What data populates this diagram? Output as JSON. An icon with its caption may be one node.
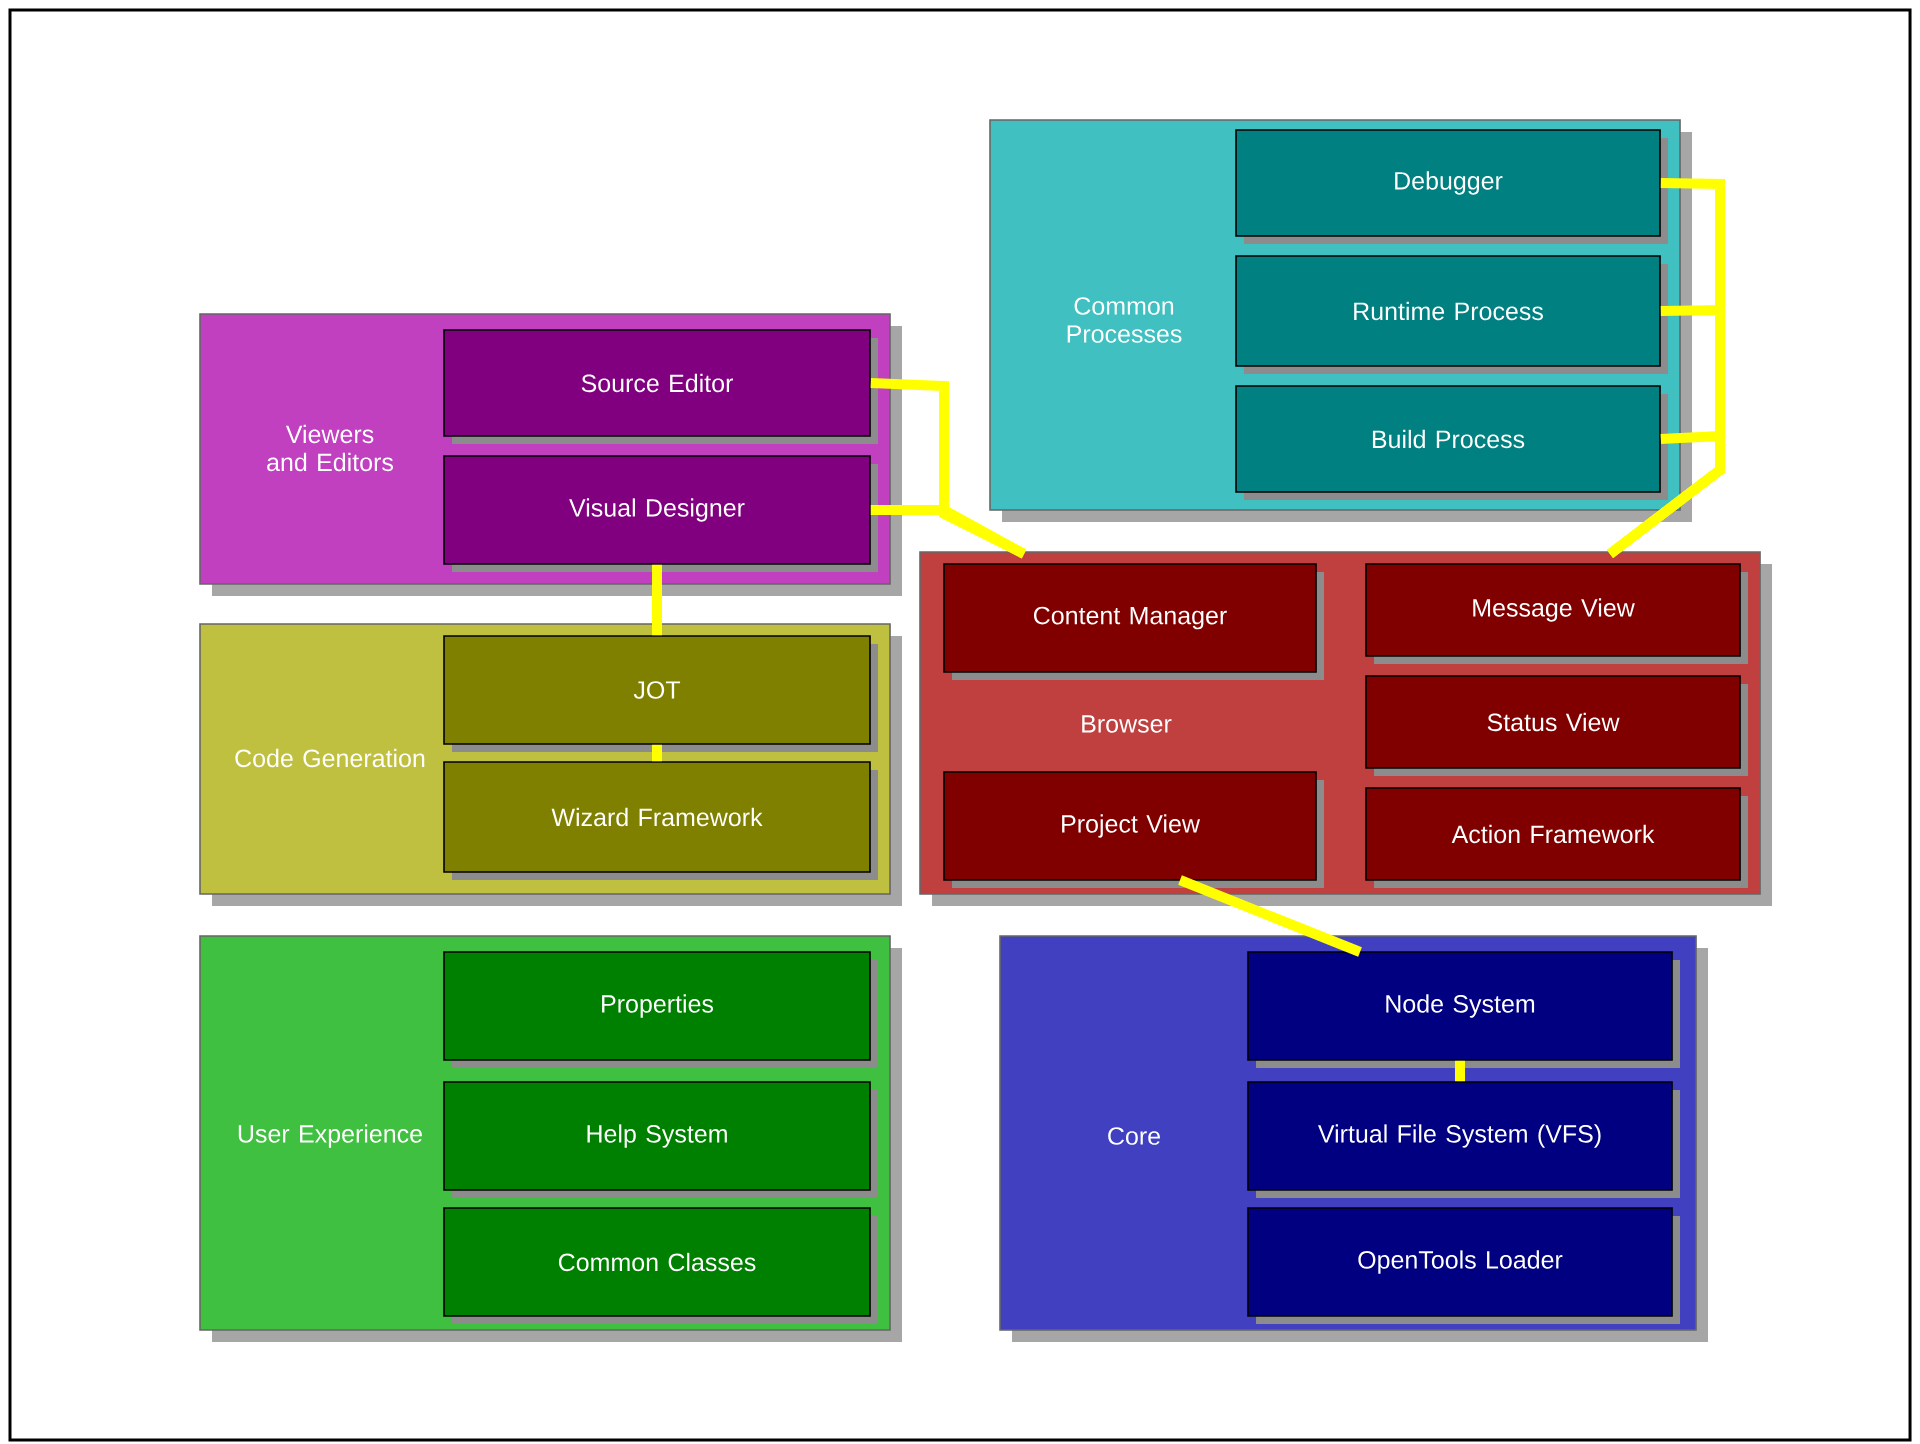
{
  "diagram": {
    "nodes": [
      {
        "text": [
          "Common Processes"
        ]
      },
      {
        "text": [
          "Debugger"
        ],
        "in": 0
      },
      {
        "text": [
          "Runtime Process"
        ],
        "in": 0
      },
      {
        "text": [
          "Build Process"
        ],
        "in": 0
      },
      {
        "text": [
          "Viewers and Editors"
        ]
      },
      {
        "text": [
          "Source Editor"
        ],
        "in": 4
      },
      {
        "text": [
          "Visual Designer"
        ],
        "in": 4
      },
      {
        "text": [
          "Browser"
        ]
      },
      {
        "text": [
          "Content Manager"
        ],
        "in": 7
      },
      {
        "text": [
          "Message View"
        ],
        "in": 7
      },
      {
        "text": [
          "Status View"
        ],
        "in": 7
      },
      {
        "text": [
          "Project View"
        ],
        "in": 7
      },
      {
        "text": [
          "Action Framework"
        ],
        "in": 7
      },
      {
        "text": [
          "Code Generation"
        ]
      },
      {
        "text": [
          "JOT"
        ],
        "in": 13
      },
      {
        "text": [
          "Wizard Framework"
        ],
        "in": 13
      },
      {
        "text": [
          "User Experience"
        ]
      },
      {
        "text": [
          "Properties"
        ],
        "in": 16
      },
      {
        "text": [
          "Help System"
        ],
        "in": 16
      },
      {
        "text": [
          "Common Classes"
        ],
        "in": 16
      },
      {
        "text": [
          "Core"
        ]
      },
      {
        "text": [
          "Node System"
        ],
        "in": 20
      },
      {
        "text": [
          "Virtual File System (VFS)"
        ],
        "in": 20
      },
      {
        "text": [
          "OpenTools Loader"
        ],
        "in": 20
      }
    ],
    "edges": [
      {
        "from": 5,
        "to": 7,
        "arrow": "none"
      },
      {
        "from": 6,
        "to": 7,
        "arrow": "none"
      },
      {
        "from": 1,
        "to": 7,
        "arrow": "none"
      },
      {
        "from": 2,
        "to": 7,
        "arrow": "none"
      },
      {
        "from": 3,
        "to": 7,
        "arrow": "none"
      },
      {
        "from": 6,
        "to": 14,
        "arrow": "none"
      },
      {
        "from": 14,
        "to": 15,
        "arrow": "none"
      },
      {
        "from": 11,
        "to": 21,
        "arrow": "none"
      },
      {
        "from": 21,
        "to": 22,
        "arrow": "none"
      }
    ]
  }
}
